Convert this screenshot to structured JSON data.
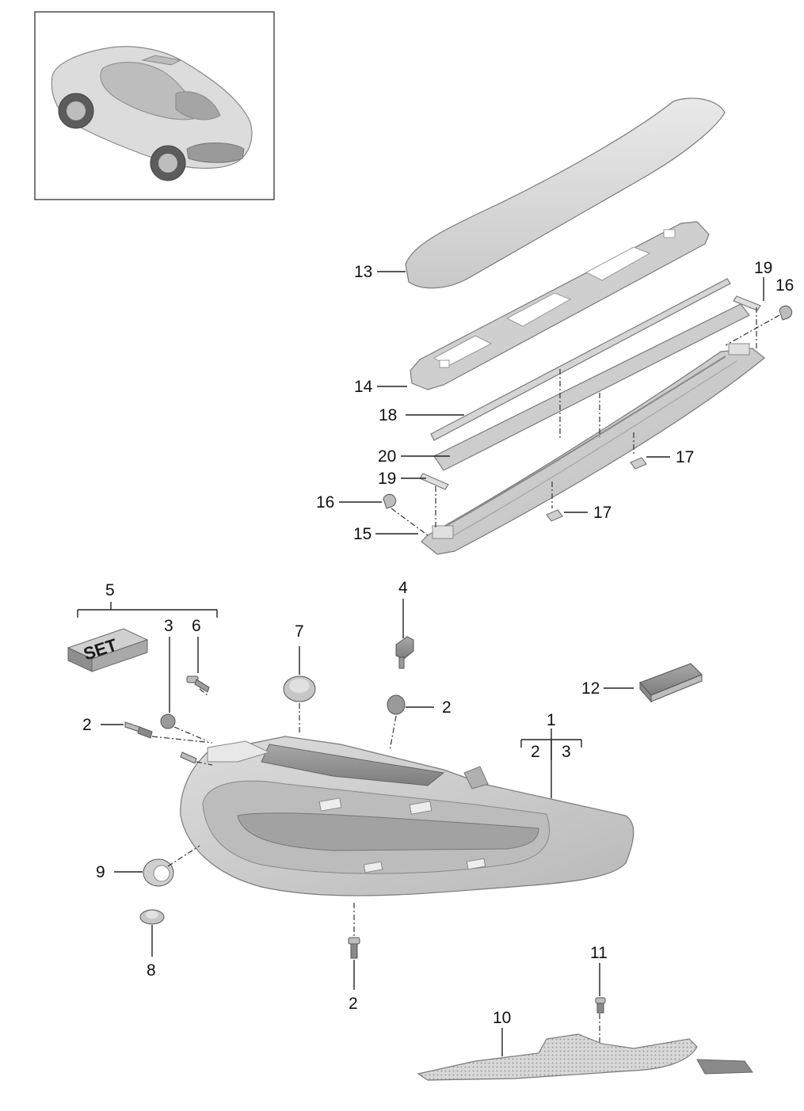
{
  "callouts": {
    "c1": "1",
    "c1_sub_a": "2",
    "c1_sub_b": "3",
    "c2_top_left": "2",
    "c2_upper": "2",
    "c2_bottom": "2",
    "c3": "3",
    "c4": "4",
    "c5": "5",
    "c6": "6",
    "c7": "7",
    "c8": "8",
    "c9": "9",
    "c10": "10",
    "c11": "11",
    "c12": "12",
    "c13": "13",
    "c14": "14",
    "c15": "15",
    "c16_left": "16",
    "c16_right": "16",
    "c17_upper": "17",
    "c17_lower": "17",
    "c18": "18",
    "c19_left": "19",
    "c19_right": "19",
    "c20": "20"
  },
  "set_box_label": "SET",
  "colors": {
    "part_light": "#e6e6e6",
    "part_mid": "#cfcfcf",
    "part_dark": "#9a9a9a",
    "line": "#222222"
  }
}
